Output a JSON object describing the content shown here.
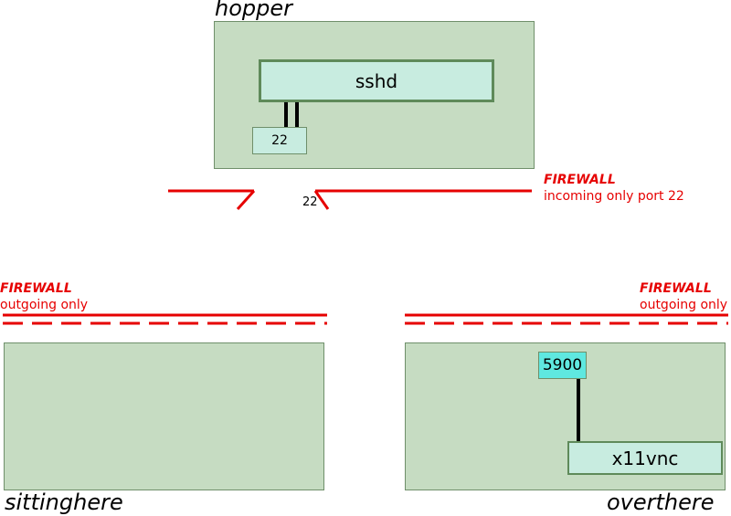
{
  "hosts": {
    "hopper": "hopper",
    "sittinghere": "sittinghere",
    "overthere": "overthere"
  },
  "processes": {
    "sshd": "sshd",
    "x11vnc": "x11vnc"
  },
  "ports": {
    "hopper_port": "22",
    "firewall_gap_port": "22",
    "vnc_port": "5900"
  },
  "firewalls": {
    "top": {
      "title": "FIREWALL",
      "note": "incoming only port 22"
    },
    "left": {
      "title": "FIREWALL",
      "note": "outgoing only"
    },
    "right": {
      "title": "FIREWALL",
      "note": "outgoing only"
    }
  },
  "colors": {
    "host_fill": "#c6dcc2",
    "process_fill": "#c8ece0",
    "vnc_port_fill": "#5fe8e0",
    "firewall": "#e60000"
  }
}
